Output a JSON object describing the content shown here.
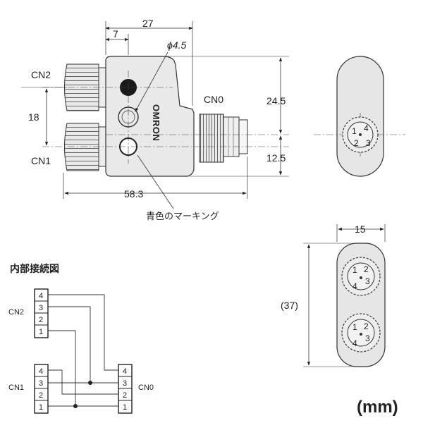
{
  "dimensions": {
    "width_27": "27",
    "gap_7": "7",
    "phi_45": "ϕ4.5",
    "h_245": "24.5",
    "h_125": "12.5",
    "pitch_18": "18",
    "len_583": "58.3",
    "w_15": "15",
    "h_37": "(37)"
  },
  "labels": {
    "cn2": "CN2",
    "cn1": "CN1",
    "cn0": "CN0",
    "blue_marking": "青色のマーキング",
    "brand": "OMRON",
    "internal_wiring": "内部接続図",
    "unit": "(mm)"
  },
  "pins": {
    "cn0_face": [
      "4",
      "1",
      "2",
      "3"
    ],
    "cn12_face": [
      "2",
      "1",
      "3",
      "4"
    ]
  },
  "wiring": {
    "cn2": {
      "label": "CN2",
      "pins": [
        "4",
        "3",
        "2",
        "1"
      ]
    },
    "cn1": {
      "label": "CN1",
      "pins": [
        "4",
        "3",
        "2",
        "1"
      ]
    },
    "cn0": {
      "label": "CN0",
      "pins": [
        "4",
        "3",
        "2",
        "1"
      ]
    }
  },
  "colors": {
    "ink": "#222222",
    "body_gray": "#e6e6e6",
    "dark": "#1a1a1a"
  }
}
